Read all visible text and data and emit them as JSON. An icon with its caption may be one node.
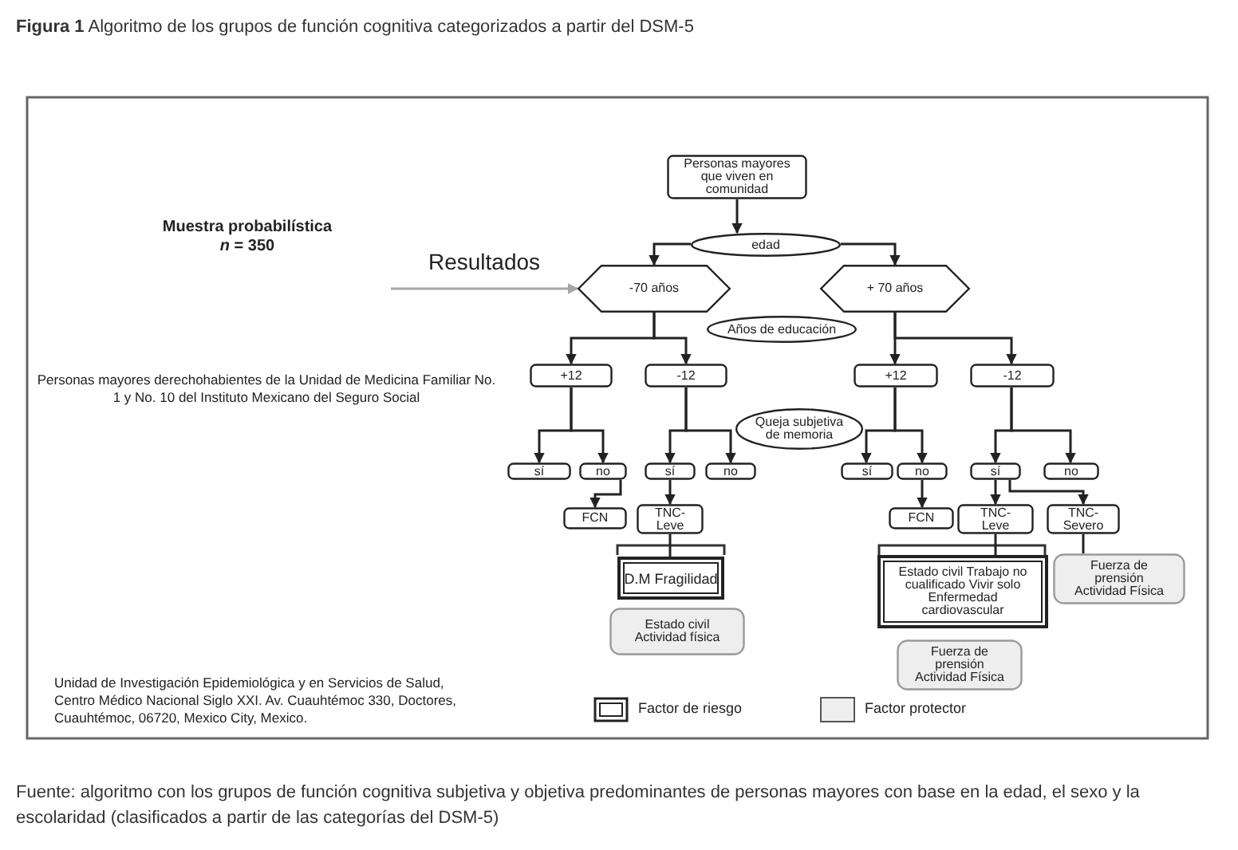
{
  "diagram": {
    "title": "**Figura 1** Algoritmo de los grupos de función cognitiva categorizados a partir del DSM-5",
    "caption": "Fuente: algoritmo con los grupos de función cognitiva subjetiva y objetiva predominantes de personas mayores con base en la edad, el sexo y la escolaridad (clasificados a partir de las categorías del DSM-5)",
    "nodes": [
      {
        "text": [
          "Personas mayores que viven en comunidad"
        ]
      },
      {
        "text": [
          "edad"
        ]
      },
      {
        "text": [
          "-70 años"
        ]
      },
      {
        "text": [
          "+ 70 años"
        ]
      },
      {
        "text": [
          "Años de educación"
        ]
      },
      {
        "text": [
          "+12"
        ]
      },
      {
        "text": [
          "-12"
        ]
      },
      {
        "text": [
          "+12"
        ]
      },
      {
        "text": [
          "-12"
        ]
      },
      {
        "text": [
          "Queja subjetiva de memoria"
        ]
      },
      {
        "text": [
          "sí"
        ]
      },
      {
        "text": [
          "no"
        ]
      },
      {
        "text": [
          "sí"
        ]
      },
      {
        "text": [
          "no"
        ]
      },
      {
        "text": [
          "sí"
        ]
      },
      {
        "text": [
          "no"
        ]
      },
      {
        "text": [
          "sí"
        ]
      },
      {
        "text": [
          "no"
        ]
      },
      {
        "text": [
          "FCN"
        ]
      },
      {
        "text": [
          "TNC-Leve"
        ]
      },
      {
        "text": [
          "FCN"
        ]
      },
      {
        "text": [
          "TNC-Leve"
        ]
      },
      {
        "text": [
          "TNC-Severo"
        ]
      },
      {
        "text": [
          "D.M Fragilidad"
        ]
      },
      {
        "text": [
          "Estado civil Actividad física"
        ]
      },
      {
        "text": [
          "Estado civil Trabajo no cualificado Vivir solo Enfermedad cardiovascular"
        ]
      },
      {
        "text": [
          "Fuerza de prensión Actividad Física"
        ]
      },
      {
        "text": [
          "Fuerza de prensión Actividad Física"
        ]
      }
    ],
    "edges": [
      {
        "from": 0,
        "to": 1,
        "arrow": "to"
      },
      {
        "from": 1,
        "to": 2,
        "arrow": "to"
      },
      {
        "from": 1,
        "to": 3,
        "arrow": "to"
      },
      {
        "from": 2,
        "to": 5,
        "arrow": "to"
      },
      {
        "from": 2,
        "to": 6,
        "arrow": "to"
      },
      {
        "from": 3,
        "to": 7,
        "arrow": "to"
      },
      {
        "from": 3,
        "to": 8,
        "arrow": "to"
      },
      {
        "from": 5,
        "to": 10,
        "arrow": "to"
      },
      {
        "from": 5,
        "to": 11,
        "arrow": "to"
      },
      {
        "from": 6,
        "to": 12,
        "arrow": "to"
      },
      {
        "from": 6,
        "to": 13,
        "arrow": "to"
      },
      {
        "from": 7,
        "to": 14,
        "arrow": "to"
      },
      {
        "from": 7,
        "to": 15,
        "arrow": "to"
      },
      {
        "from": 8,
        "to": 16,
        "arrow": "to"
      },
      {
        "from": 8,
        "to": 17,
        "arrow": "to"
      },
      {
        "from": 11,
        "to": 18,
        "arrow": "to"
      },
      {
        "from": 12,
        "to": 19,
        "arrow": "to"
      },
      {
        "from": 15,
        "to": 20,
        "arrow": "to"
      },
      {
        "from": 16,
        "to": 21,
        "arrow": "to"
      },
      {
        "from": 16,
        "to": 22,
        "arrow": "to"
      },
      {
        "from": 19,
        "to": 23,
        "arrow": "none"
      },
      {
        "from": 21,
        "to": 25,
        "arrow": "none"
      },
      {
        "from": 22,
        "to": 27,
        "arrow": "none"
      },
      {
        "from": null,
        "to": 2,
        "arrow": "to",
        "label": "Resultados",
        "color": "#a6a6a6"
      }
    ],
    "labels": [
      "Muestra probabilística",
      "*n* = 350",
      "Personas mayores derechohabientes de la Unidad de Medicina Familiar No. 1 y No. 10 del Instituto Mexicano del Seguro Social",
      "Unidad de Investigación Epidemiológica y en Servicios de Salud, Centro Médico Nacional Siglo XXI. Av. Cuauhtémoc 330, Doctores, Cuauhtémoc, 06720, Mexico City, Mexico."
    ],
    "legend": [
      {
        "text": "Factor de riesgo"
      },
      {
        "text": "Factor protector",
        "color": "#eeeeee"
      }
    ]
  }
}
